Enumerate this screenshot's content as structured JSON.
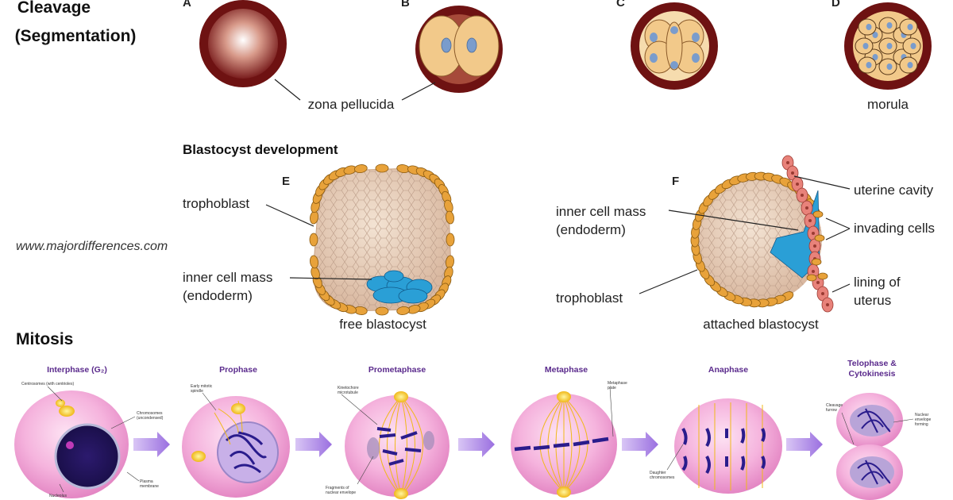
{
  "cleavage": {
    "title_line1": "Cleavage",
    "title_line2": "(Segmentation)",
    "stage_letters": [
      "A",
      "B",
      "C",
      "D"
    ],
    "zona_label": "zona pellucida",
    "morula_label": "morula"
  },
  "blastocyst": {
    "title": "Blastocyst development",
    "letter_e": "E",
    "letter_f": "F",
    "e_trophoblast": "trophoblast",
    "e_icm_line1": "inner cell mass",
    "e_icm_line2": "(endoderm)",
    "e_caption": "free blastocyst",
    "f_icm_line1": "inner cell mass",
    "f_icm_line2": "(endoderm)",
    "f_trophoblast": "trophoblast",
    "f_caption": "attached blastocyst",
    "uterine_cavity": "uterine cavity",
    "invading_cells": "invading cells",
    "lining_line1": "lining of",
    "lining_line2": "uterus"
  },
  "watermark": "www.majordifferences.com",
  "mitosis": {
    "title": "Mitosis",
    "phases": [
      "Interphase (G₂)",
      "Prophase",
      "Prometaphase",
      "Metaphase",
      "Anaphase",
      "Telophase &",
      "Cytokinesis"
    ],
    "annotations": {
      "centrosomes": "Centrosomes (with centrioles)",
      "chromosomes_1": "Chromosomes",
      "chromosomes_2": "(uncondensed)",
      "plasma_1": "Plasma",
      "plasma_2": "membrane",
      "nucleolus": "Nucleolus",
      "early_spindle_1": "Early mitotic",
      "early_spindle_2": "spindle",
      "kinetochore_1": "Kinetochore",
      "kinetochore_2": "microtubule",
      "fragments_1": "Fragments of",
      "fragments_2": "nuclear envelope",
      "metaphase_plate_1": "Metaphase",
      "metaphase_plate_2": "plate",
      "daughter_1": "Daughter",
      "daughter_2": "chromosomes",
      "cleavage_furrow_1": "Cleavage",
      "cleavage_furrow_2": "furrow",
      "nuclear_env_1": "Nuclear",
      "nuclear_env_2": "envelope",
      "nuclear_env_3": "forming"
    }
  },
  "colors": {
    "zona": "#7a1515",
    "yolk": "#f2c98a",
    "trophoblast": "#e8a23a",
    "icm": "#2a9fd6",
    "uterus": "#e8827a",
    "cell_pink": "#f4a6d7",
    "chromosome": "#2a1c8c",
    "arrow": "#a57be0"
  }
}
